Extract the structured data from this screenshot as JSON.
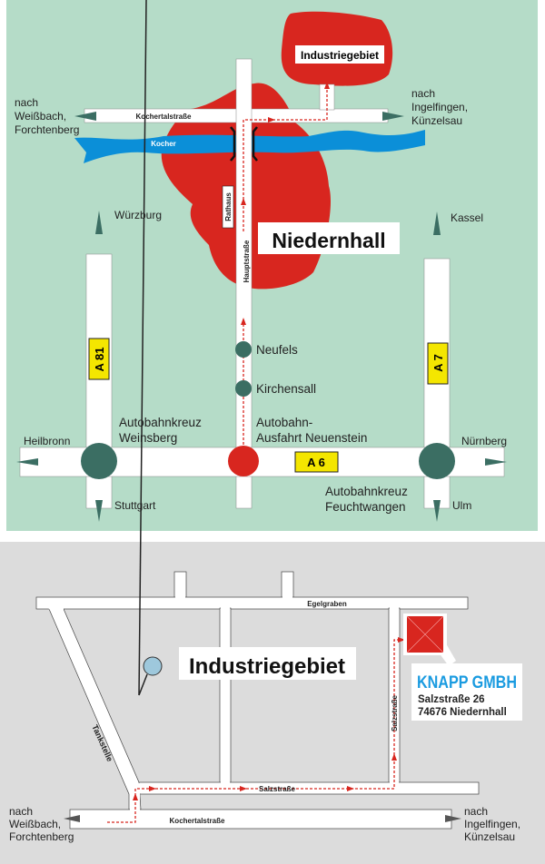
{
  "overview_map": {
    "town": "Niedernhall",
    "industrial_area": "Industriegebiet",
    "river": "Kocher",
    "roads": {
      "kochertal": "Kochertalstraße",
      "haupt": "Hauptstraße",
      "rathaus": "Rathaus"
    },
    "destinations": {
      "west": [
        "nach",
        "Weißbach,",
        "Forchtenberg"
      ],
      "east": [
        "nach",
        "Ingelfingen,",
        "Künzelsau"
      ],
      "wuerzburg": "Würzburg",
      "kassel": "Kassel",
      "heilbronn": "Heilbronn",
      "nuernberg": "Nürnberg",
      "stuttgart": "Stuttgart",
      "ulm": "Ulm"
    },
    "places": {
      "neufels": "Neufels",
      "kirchensall": "Kirchensall",
      "kreuz_weinsberg": [
        "Autobahnkreuz",
        "Weinsberg"
      ],
      "ausfahrt": [
        "Autobahn-",
        "Ausfahrt Neuenstein"
      ],
      "kreuz_feuchtwangen": [
        "Autobahnkreuz",
        "Feuchtwangen"
      ]
    },
    "motorways": {
      "a81": "A 81",
      "a7": "A 7",
      "a6": "A 6"
    },
    "colors": {
      "background": "#b5dcc8",
      "town": "#d8261f",
      "river": "#0b8fd8",
      "junction": "#3b6e63",
      "motorway_sign": "#f4e600"
    }
  },
  "detail_map": {
    "title": "Industriegebiet",
    "roads": {
      "egelgraben": "Egelgraben",
      "salz_h": "Salzstraße",
      "salz_v": "Salzstraße",
      "kochertal": "Kochertalstraße",
      "tankstelle": "Tankstelle"
    },
    "destinations": {
      "west": [
        "nach",
        "Weißbach,",
        "Forchtenberg"
      ],
      "east": [
        "nach",
        "Ingelfingen,",
        "Künzelsau"
      ]
    },
    "company": {
      "name": "KNAPP GMBH",
      "street": "Salzstraße 26",
      "city": "74676 Niedernhall"
    },
    "colors": {
      "background": "#dcdcdc",
      "company": "#d8261f",
      "logo": "#1a9be0"
    }
  }
}
